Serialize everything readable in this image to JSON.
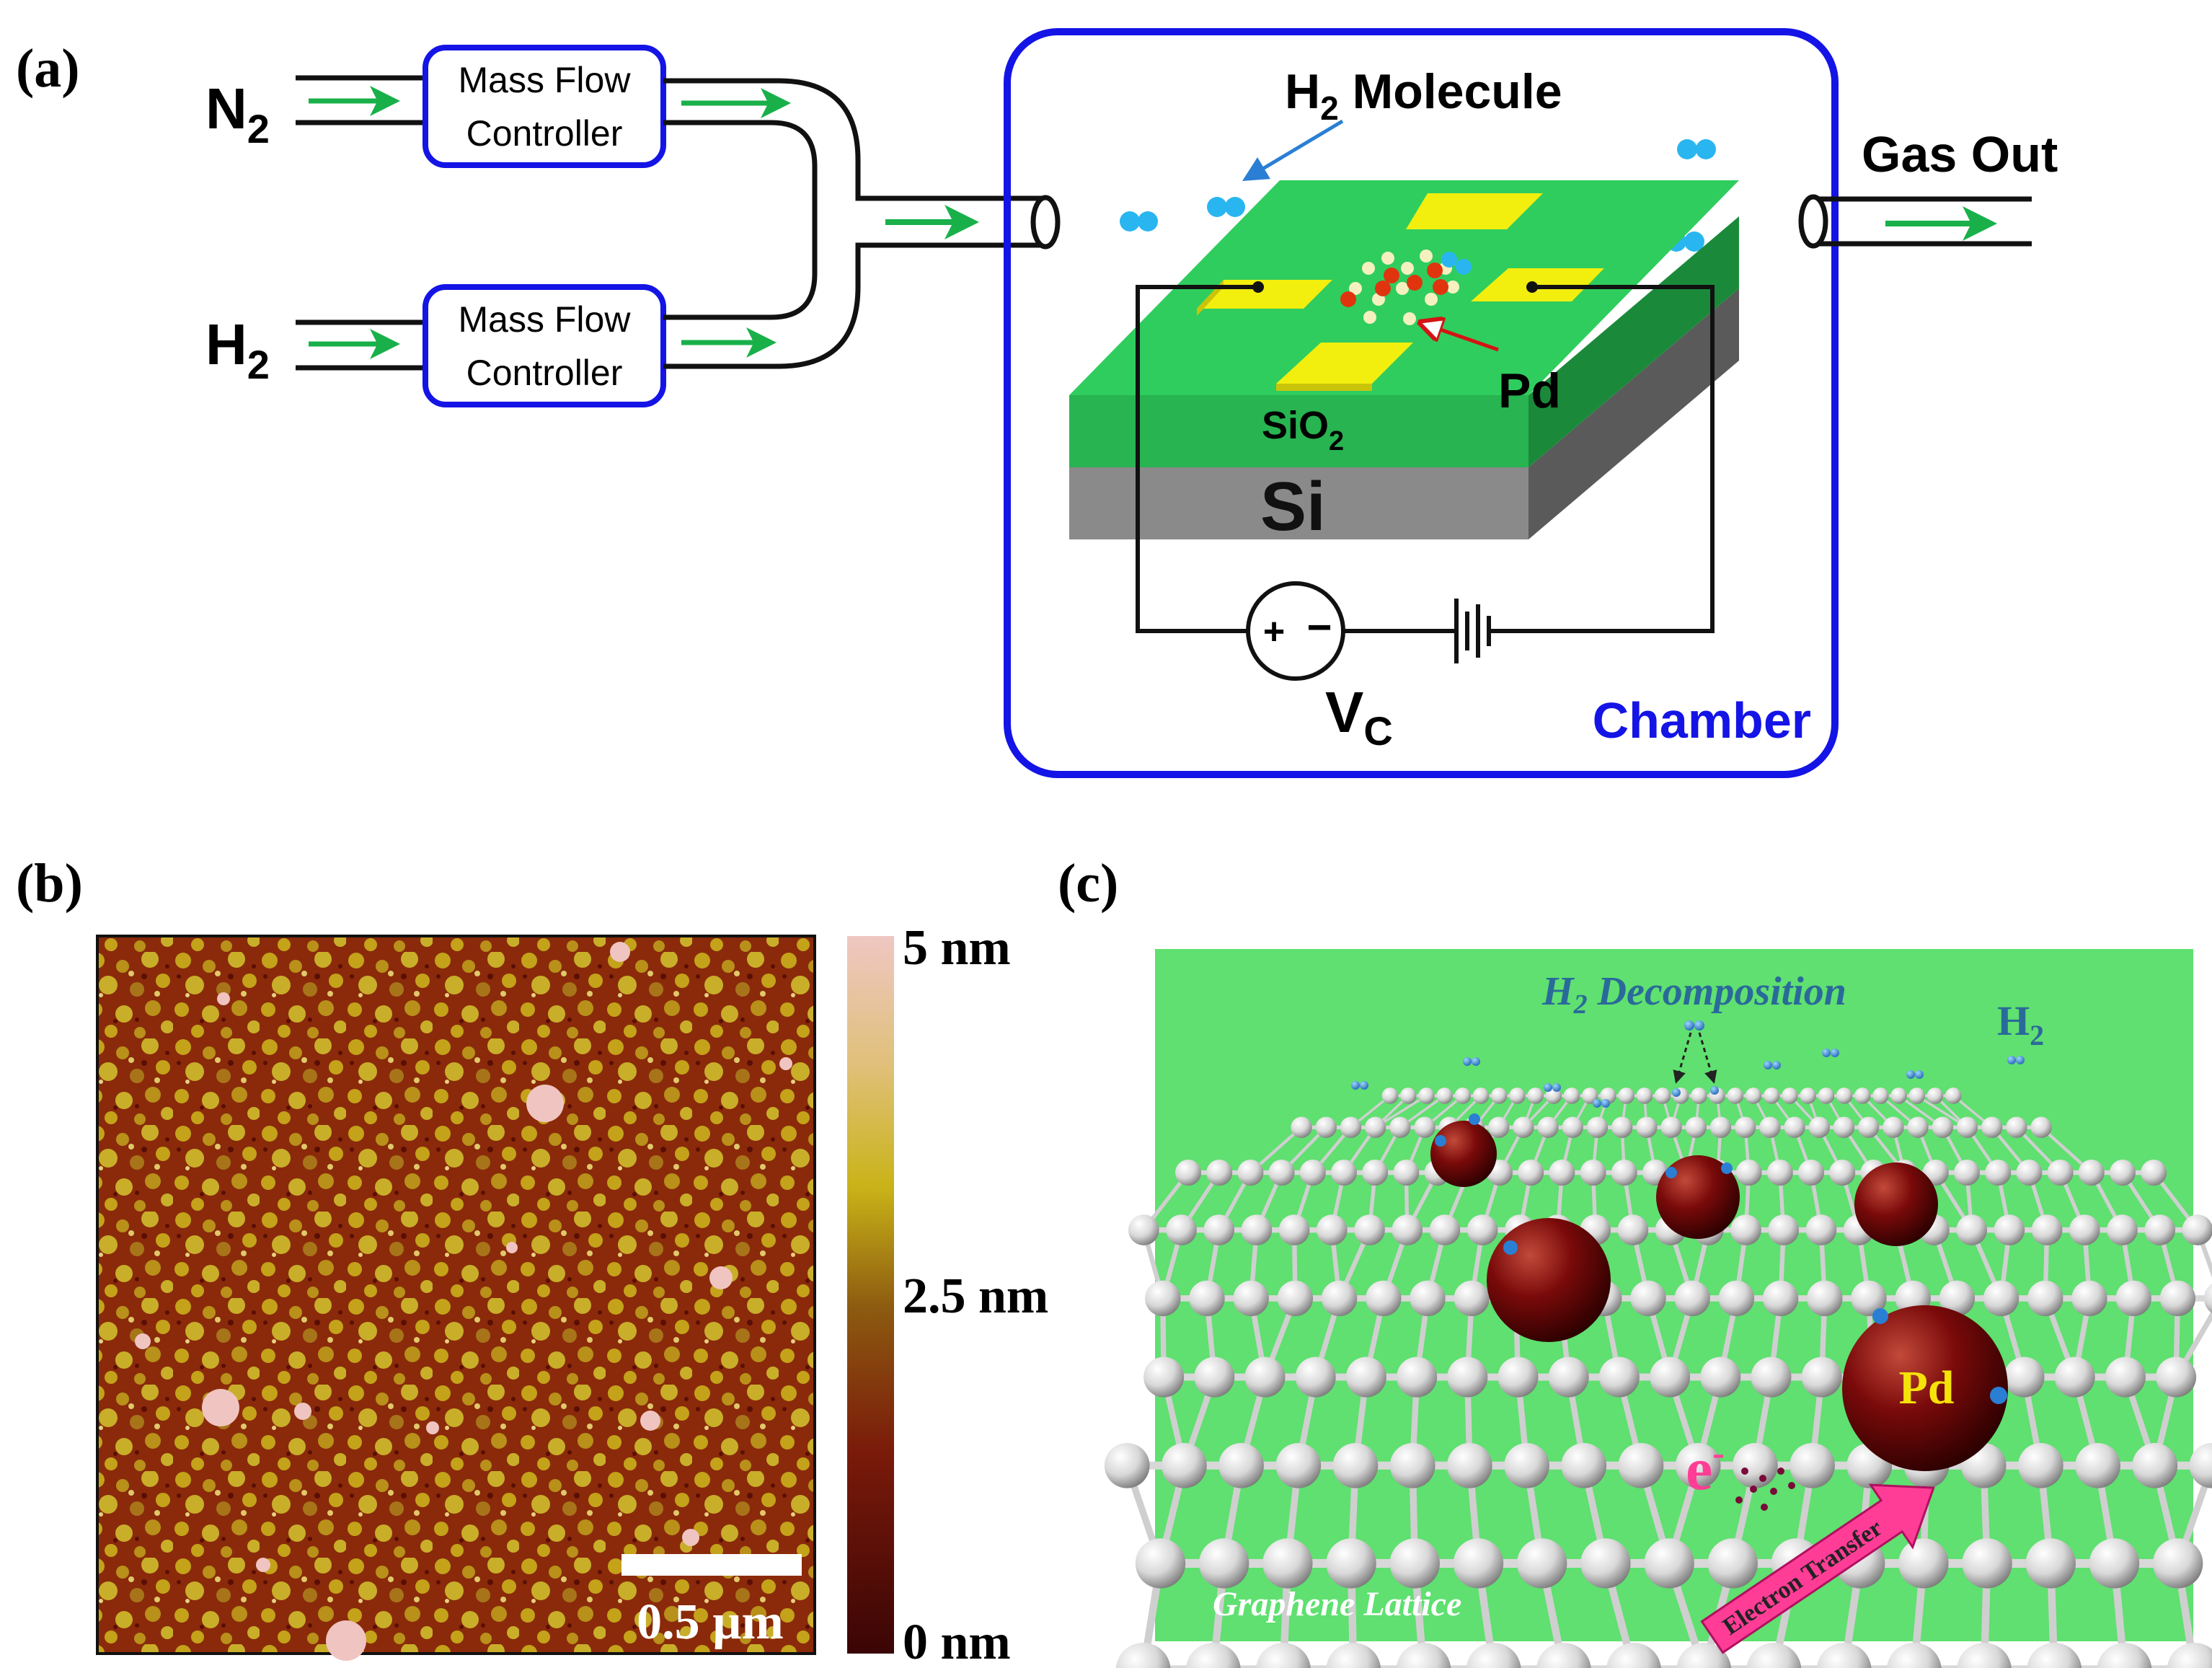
{
  "panel_a": {
    "label": "(a)",
    "n2_label": "N",
    "n2_sub": "2",
    "h2_label": "H",
    "h2_sub": "2",
    "mfc_top_line1": "Mass Flow",
    "mfc_top_line2": "Controller",
    "mfc_bottom_line1": "Mass Flow",
    "mfc_bottom_line2": "Controller",
    "molecule_label_h": "H",
    "molecule_label_sub": "2",
    "molecule_label_rest": " Molecule",
    "gas_out": "Gas Out",
    "pd_label": "Pd",
    "sio2_label": "SiO",
    "sio2_sub": "2",
    "si_label": "Si",
    "vc_label": "V",
    "vc_sub": "C",
    "chamber_label": "Chamber",
    "colors": {
      "chamber_border": "#1414e6",
      "arrow": "#19b04a",
      "electrode": "#f2ee0e",
      "sio2": "#27b451",
      "si": "#8a8a8a",
      "molecule": "#29b6f0"
    }
  },
  "panel_b": {
    "label": "(b)",
    "scale_bar": "0.5 µm",
    "colorbar_max": "5 nm",
    "colorbar_mid": "2.5 nm",
    "colorbar_min": "0 nm"
  },
  "panel_c": {
    "label": "(c)",
    "decomposition_h": "H",
    "decomposition_sub": "2",
    "decomposition_rest": " Decomposition",
    "h2_h": "H",
    "h2_sub": "2",
    "pd_label": "Pd",
    "electron": "e",
    "electron_sup": "-",
    "electron_transfer": "Electron Transfer",
    "graphene_lattice": "Graphene Lattice",
    "colors": {
      "background": "#5fe070",
      "pd_sphere": "#7a0a0a",
      "arrow": "#ff3d96"
    }
  }
}
